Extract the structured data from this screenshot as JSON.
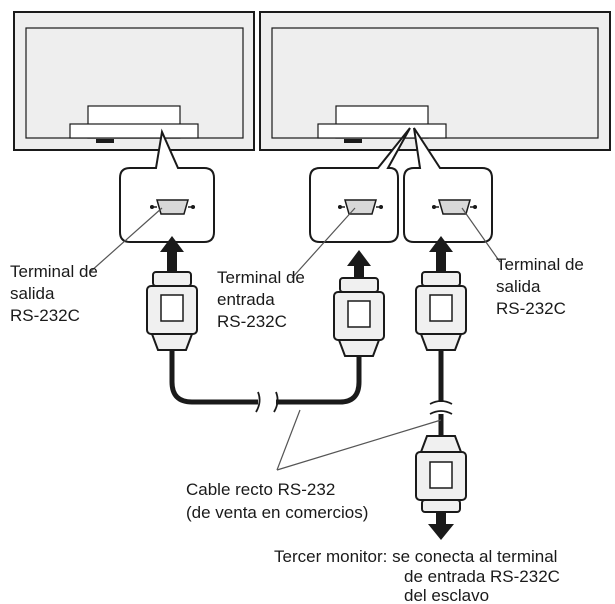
{
  "labels": {
    "output_left": [
      "Terminal de",
      "salida",
      "RS-232C"
    ],
    "input_mid": [
      "Terminal de",
      "entrada",
      "RS-232C"
    ],
    "output_right": [
      "Terminal de",
      "salida",
      "RS-232C"
    ],
    "cable": [
      "Cable recto RS-232",
      "(de venta en comercios)"
    ],
    "third_monitor": [
      "Tercer monitor: se conecta al terminal",
      "de entrada RS-232C",
      "del esclavo"
    ]
  },
  "colors": {
    "line": "#1a1a1a",
    "monitor_fill": "#eeeeee",
    "connector_fill": "#f0f0f0"
  }
}
